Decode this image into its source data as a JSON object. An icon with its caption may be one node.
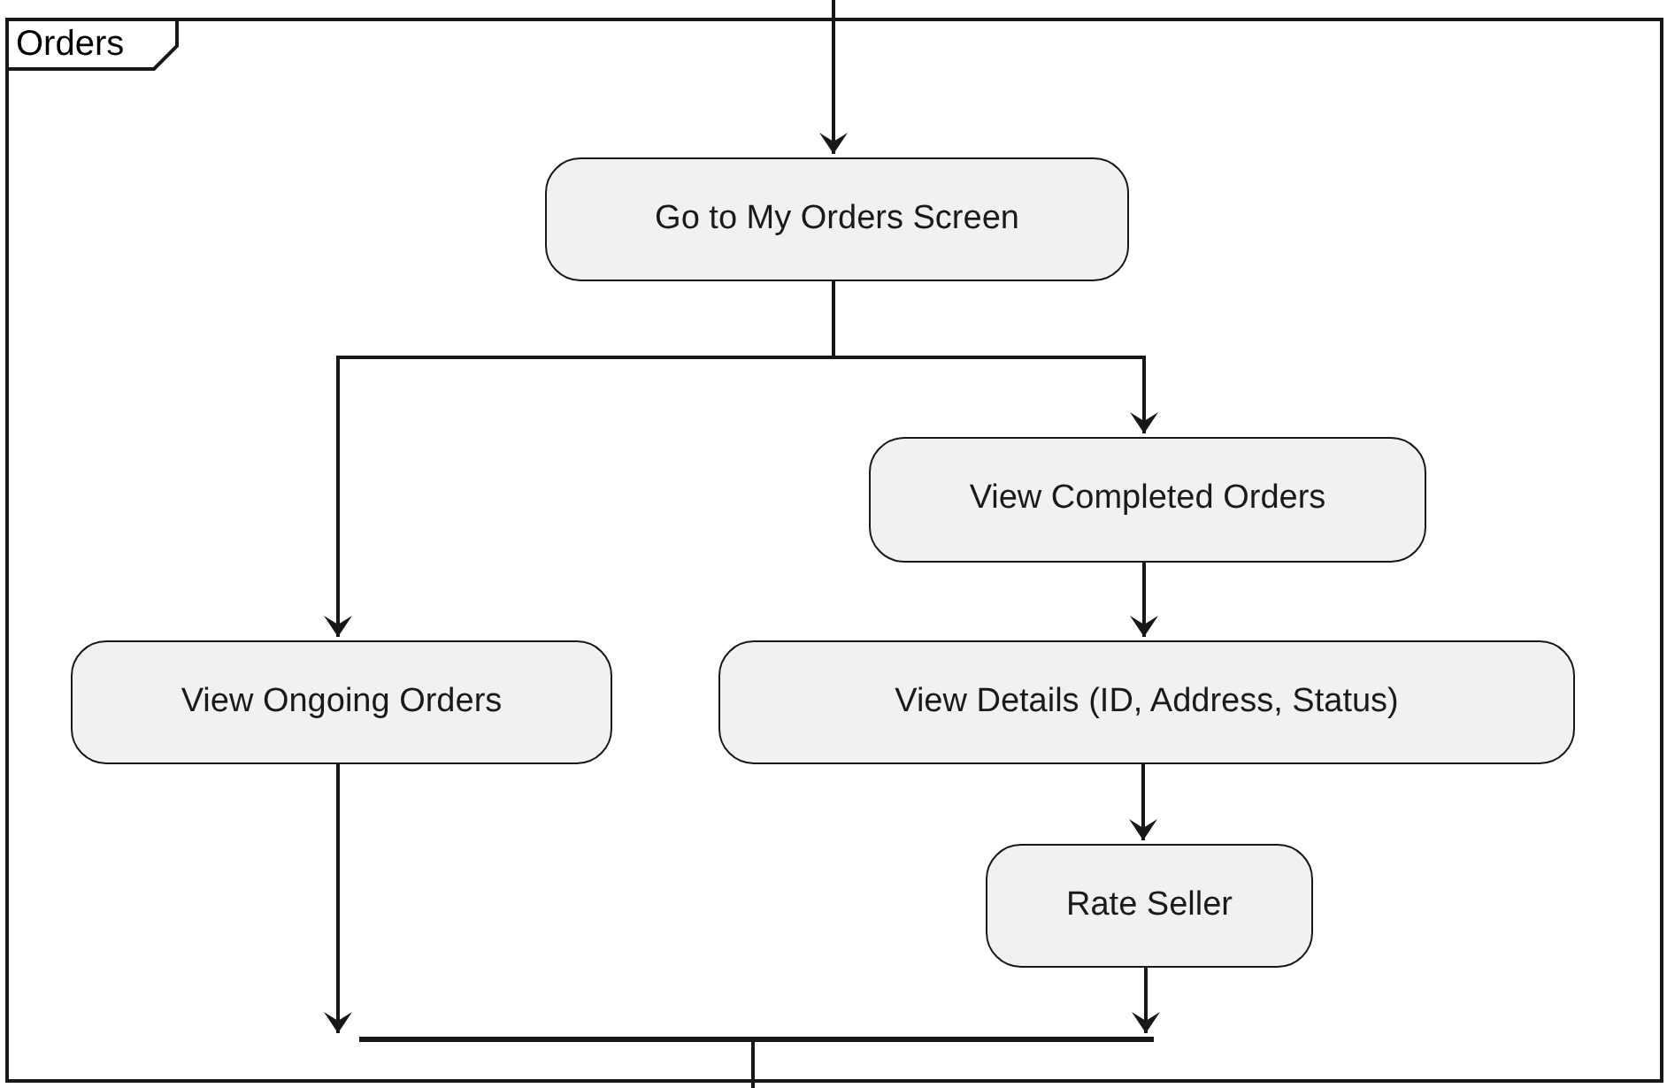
{
  "diagram": {
    "nodes": [
      {
        "text": [
          "Orders"
        ]
      },
      {
        "text": [
          "Go to My Orders Screen"
        ],
        "in": 0
      },
      {
        "text": [
          "View Completed Orders"
        ],
        "in": 0
      },
      {
        "text": [
          "View Ongoing Orders"
        ],
        "in": 0
      },
      {
        "text": [
          "View Details (ID, Address, Status)"
        ],
        "in": 0
      },
      {
        "text": [
          "Rate Seller"
        ],
        "in": 0
      },
      {
        "text": [],
        "shape": "bar",
        "in": 0
      }
    ],
    "edges": [
      {
        "from": null,
        "to": 1,
        "arrow": "to"
      },
      {
        "from": 1,
        "to": 3,
        "arrow": "to"
      },
      {
        "from": 1,
        "to": 2,
        "arrow": "to"
      },
      {
        "from": 2,
        "to": 4,
        "arrow": "to"
      },
      {
        "from": 4,
        "to": 5,
        "arrow": "to"
      },
      {
        "from": 3,
        "to": 6,
        "arrow": "to"
      },
      {
        "from": 5,
        "to": 6,
        "arrow": "to"
      },
      {
        "from": 6,
        "to": null,
        "arrow": "none"
      }
    ]
  }
}
